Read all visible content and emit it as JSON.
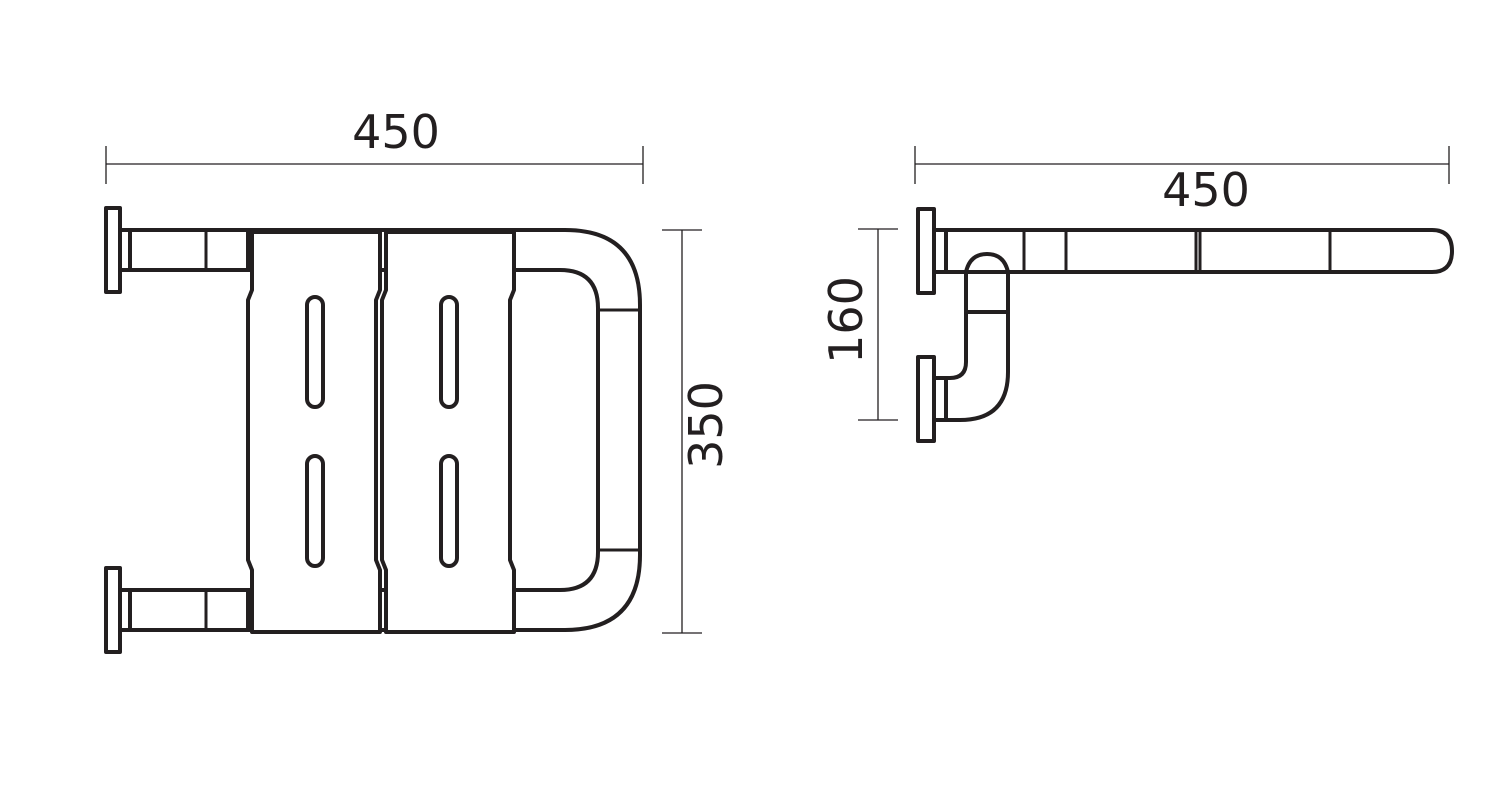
{
  "drawing": {
    "front_view": {
      "width_label": "450",
      "height_label": "350"
    },
    "side_view": {
      "length_label": "450",
      "height_label": "160"
    },
    "line_color": "#231f20",
    "background": "#ffffff"
  }
}
